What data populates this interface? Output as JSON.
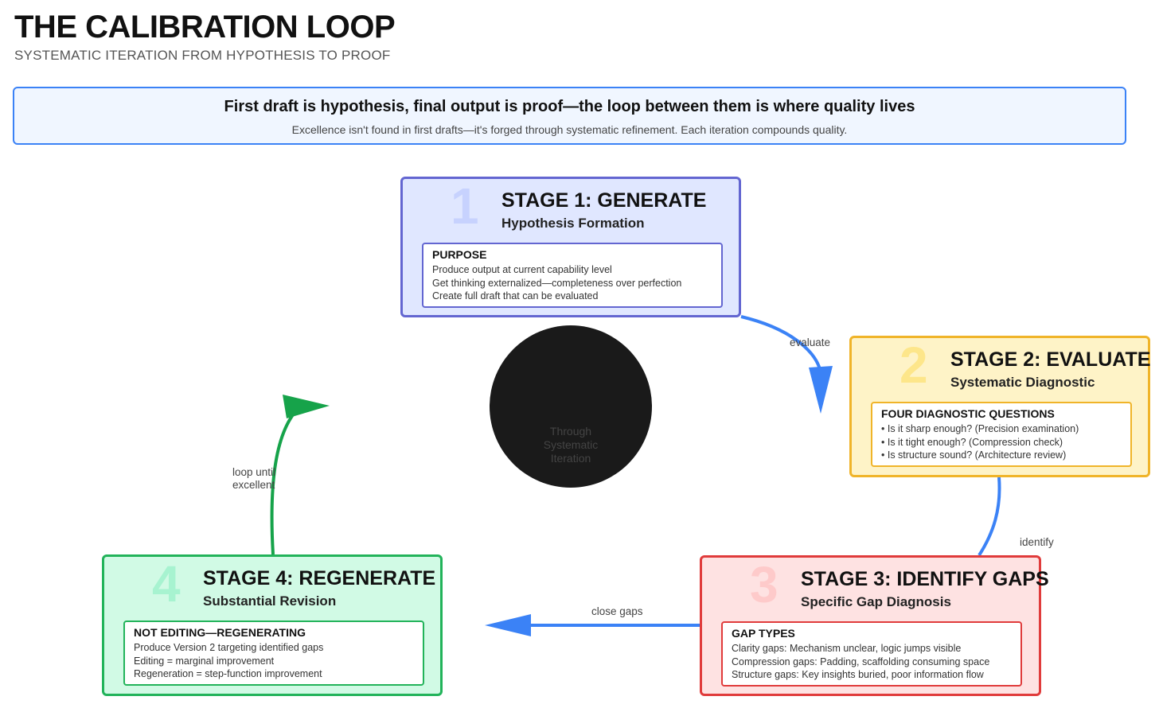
{
  "header": {
    "title": "THE CALIBRATION LOOP",
    "subtitle": "SYSTEMATIC ITERATION FROM HYPOTHESIS TO PROOF"
  },
  "banner": {
    "headline": "First draft is hypothesis, final output is proof—the loop between them is where quality lives",
    "subtext": "Excellence isn't found in first drafts—it's forged through systematic refinement. Each iteration compounds quality."
  },
  "stages": [
    {
      "number": "1",
      "title": "STAGE 1: GENERATE",
      "subtitle": "Hypothesis Formation",
      "box_title": "PURPOSE",
      "lines": [
        "Produce output at current capability level",
        "Get thinking externalized—completeness over perfection",
        "Create full draft that can be evaluated"
      ]
    },
    {
      "number": "2",
      "title": "STAGE 2: EVALUATE",
      "subtitle": "Systematic Diagnostic",
      "box_title": "FOUR DIAGNOSTIC QUESTIONS",
      "lines": [
        "• Is it sharp enough? (Precision examination)",
        "• Is it tight enough? (Compression check)",
        "• Is structure sound? (Architecture review)"
      ]
    },
    {
      "number": "3",
      "title": "STAGE 3: IDENTIFY GAPS",
      "subtitle": "Specific Gap Diagnosis",
      "box_title": "GAP TYPES",
      "lines": [
        "Clarity gaps: Mechanism unclear, logic jumps visible",
        "Compression gaps: Padding, scaffolding consuming space",
        "Structure gaps: Key insights buried, poor information flow"
      ]
    },
    {
      "number": "4",
      "title": "STAGE 4: REGENERATE",
      "subtitle": "Substantial Revision",
      "box_title": "NOT EDITING—REGENERATING",
      "lines": [
        "Produce Version 2 targeting identified gaps",
        "Editing = marginal improvement",
        "Regeneration = step-function improvement"
      ]
    }
  ],
  "center": {
    "lines": [
      "Through",
      "Systematic",
      "Iteration"
    ]
  },
  "edges": {
    "evaluate": "evaluate",
    "identify": "identify",
    "close_gaps": "close gaps",
    "loop_line1": "loop until",
    "loop_line2": "excellent"
  },
  "colors": {
    "stage1": "#6366d1",
    "stage2": "#f0b429",
    "stage3": "#e03b3b",
    "stage4": "#22b35a",
    "blue_arrow": "#3b82f6",
    "green_arrow": "#16a34a"
  }
}
